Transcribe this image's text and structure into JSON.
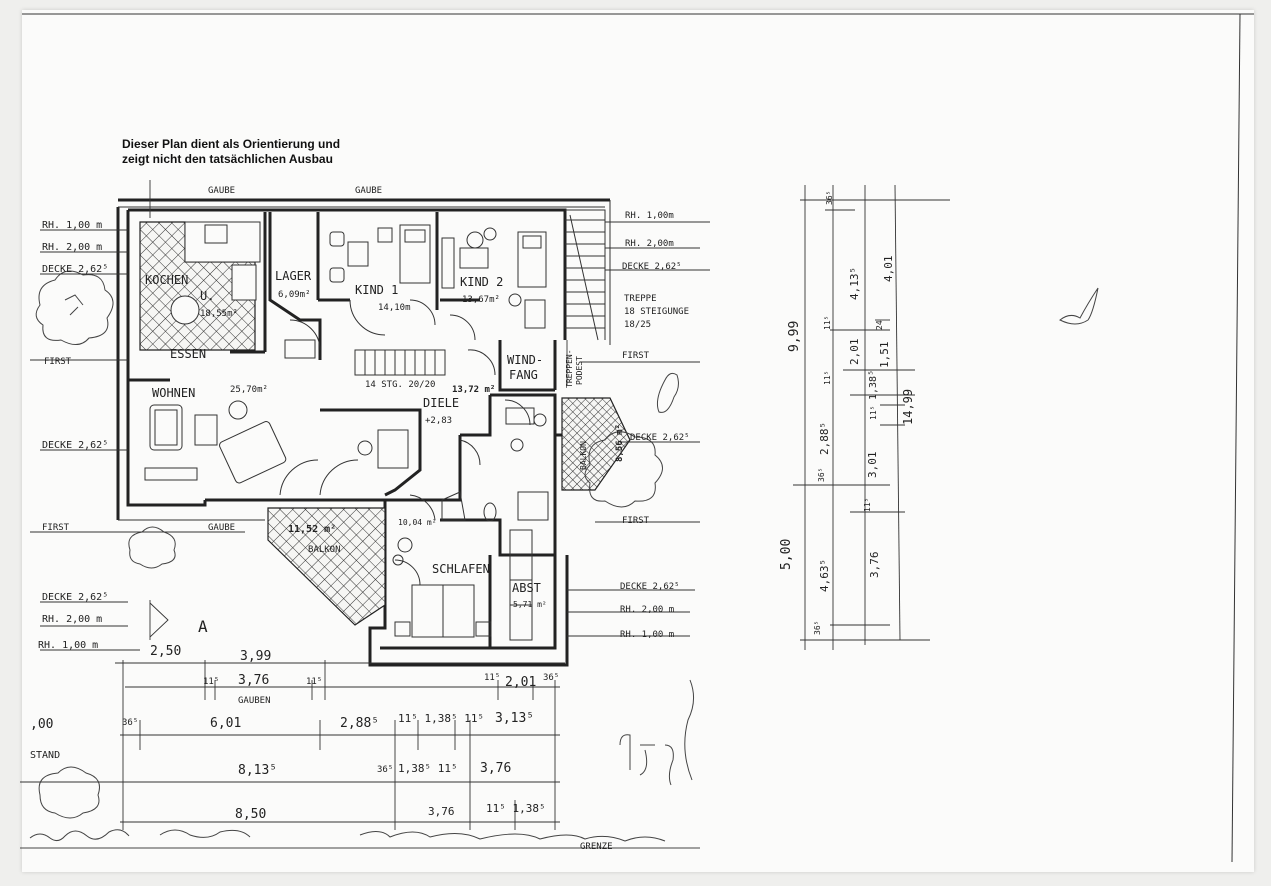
{
  "note": {
    "line1": "Dieser Plan dient als Orientierung und",
    "line2": "zeigt nicht den tatsächlichen Ausbau"
  },
  "top_labels": [
    "GAUBE",
    "GAUBE"
  ],
  "rooms": {
    "kochen_1": "KOCHEN",
    "kochen_2": "U.",
    "kochen_area": "18,55m²",
    "essen": "ESSEN",
    "lager": "LAGER",
    "lager_area": "6,09m²",
    "kind1": "KIND 1",
    "kind1_area": "14,10m",
    "kind2": "KIND 2",
    "kind2_area": "13,67m²",
    "wohnen": "WOHNEN",
    "wohnen_area": "25,70m²",
    "stair": "14 STG. 20/20",
    "diele_area": "13,72 m²",
    "diele": "DIELE",
    "diele_level": "+2,83",
    "windfang_1": "WIND-",
    "windfang_2": "FANG",
    "treppenpodest_1": "TREPPEN-",
    "treppenpodest_2": "PODEST",
    "balkon_small": "BALKON",
    "balkon_small_area": "8,56 m²",
    "balkon_area": "11,52 m²",
    "balkon": "BALKON",
    "bad_area": "10,04 m²",
    "schlafen": "SCHLAFEN",
    "abst": "ABST",
    "abst_area": "5,71 m²"
  },
  "left_annotations": {
    "rh1": "RH.  1,00  m",
    "rh2": "RH.  2,00  m",
    "decke1": "DECKE  2,62⁵",
    "first1": "FIRST",
    "decke2": "DECKE  2,62⁵",
    "first2": "FIRST",
    "gaube": "GAUBE",
    "decke3": "DECKE  2,62⁵",
    "rh3": "RH.  2,00  m",
    "rh4": "RH.  1,00   m",
    "section": "A"
  },
  "right_annotations": {
    "rh1": "RH.  1,00m",
    "rh2": "RH.  2,00m",
    "decke1": "DECKE  2,62⁵",
    "treppe1": "TREPPE",
    "treppe2": "18 STEIGUNGE",
    "treppe3": "18/25",
    "first": "FIRST",
    "decke2": "DECKE  2,62⁵",
    "first2": "FIRST",
    "decke3": "DECKE  2,62⁵",
    "rh3": "RH.  2,00  m",
    "rh4": "RH.  1,00  m"
  },
  "bottom_dims": {
    "d250": "2,50",
    "d399": "3,99",
    "d115a": "11⁵",
    "d376a": "3,76",
    "d115b": "11⁵",
    "gauben": "GAUBEN",
    "d115c": "11⁵",
    "d201": "2,01",
    "d365a": "36⁵",
    "d000": ",00",
    "d365b": "36⁵",
    "d601": "6,01",
    "d2885": "2,88⁵",
    "d1385a": "11⁵ 1,38⁵ 11⁵",
    "d3135": "3,13⁵",
    "stand": "STAND",
    "d365c": "36⁵",
    "d1385b": "1,38⁵ 11⁵",
    "d8135": "8,13⁵",
    "d376b": "3,76",
    "d850": "8,50",
    "d376c": "3,76",
    "d1385c": "11⁵ 1,38⁵",
    "grenze": "GRENZE"
  },
  "right_dims": {
    "a365": "36⁵",
    "a4135": "4,13⁵",
    "a401": "4,01",
    "a999": "9,99",
    "a115a": "11⁵",
    "a24": "24",
    "a201": "2,01",
    "a115b": "11⁵",
    "a151": "1,51",
    "a138": "1,38⁵",
    "a115c": "11⁵",
    "a2885": "2,88⁵",
    "a1499": "14,99",
    "a301": "3,01",
    "a365b": "36⁵",
    "a115d": "11⁵",
    "a500": "5,00",
    "a4635": "4,63⁵",
    "a376": "3,76",
    "a365c": "36⁵"
  }
}
